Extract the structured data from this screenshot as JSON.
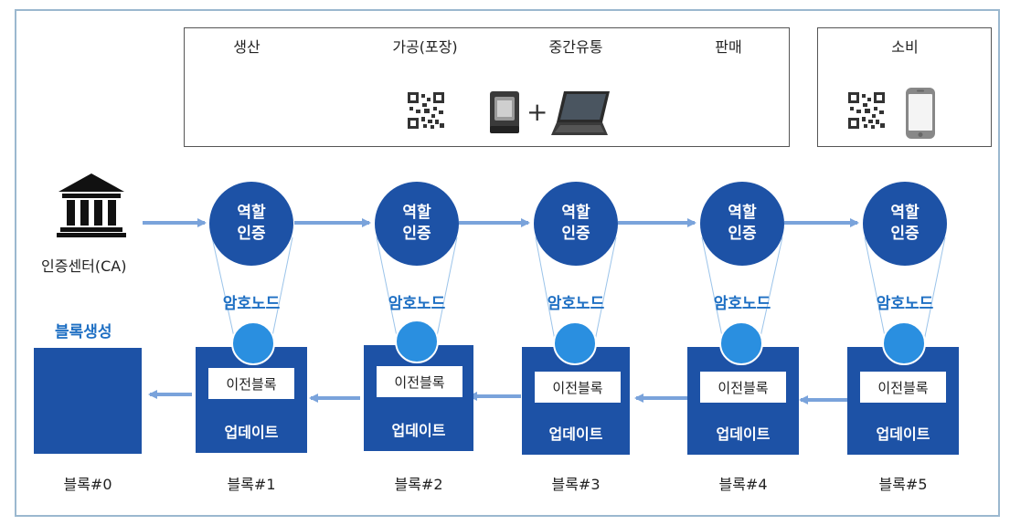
{
  "stages": {
    "labels": [
      "생산",
      "가공(포장)",
      "중간유통",
      "판매"
    ],
    "consume_label": "소비"
  },
  "ca": {
    "label": "인증센터(CA)"
  },
  "role_cert": {
    "line1": "역할",
    "line2": "인증"
  },
  "crypto_node_label": "암호노드",
  "block_gen_label": "블록생성",
  "prev_block_label": "이전블록",
  "update_label": "업데이트",
  "blocks": [
    "블록#0",
    "블록#1",
    "블록#2",
    "블록#3",
    "블록#4",
    "블록#5"
  ],
  "plus_sign": "+",
  "colors": {
    "primary": "#1d52a6",
    "node": "#2a8fe0",
    "arrow": "#7aa3db",
    "node_label": "#1e6fc3"
  },
  "icons": [
    "qr-code-icon",
    "barcode-scanner-icon",
    "laptop-icon",
    "smartphone-icon",
    "bank-building-icon"
  ]
}
